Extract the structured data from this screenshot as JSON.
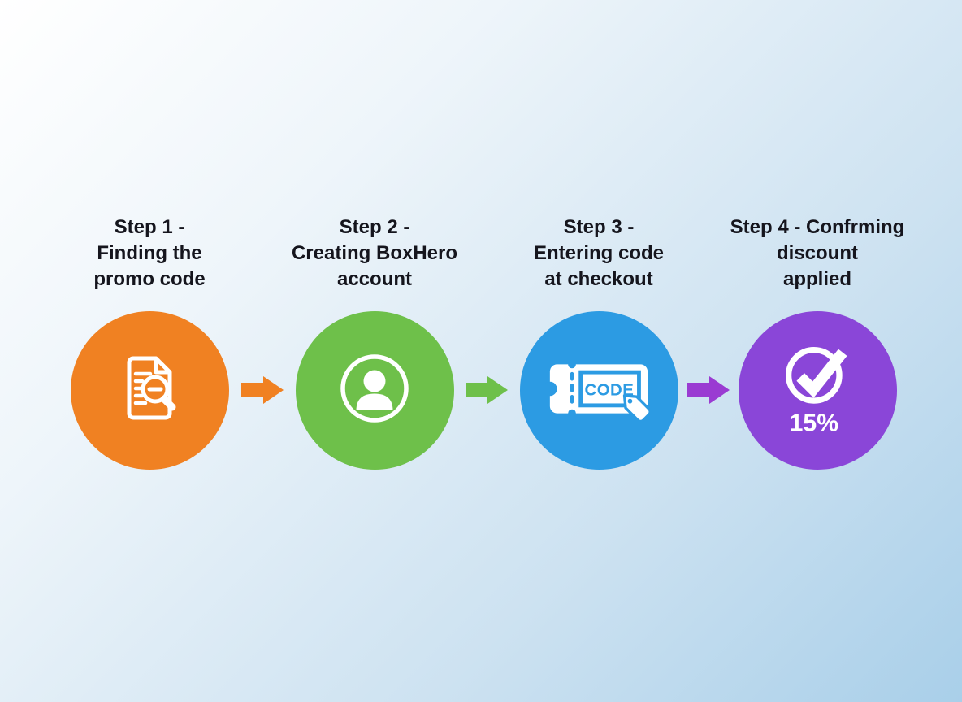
{
  "page": {
    "background_gradient_start": "#ffffff",
    "background_gradient_end": "#a9cfe9",
    "text_color": "#15151d"
  },
  "steps": [
    {
      "title_lines": [
        "Step 1 -",
        "Finding the",
        "promo code"
      ],
      "color": "#F08122",
      "icon": "document-search-icon"
    },
    {
      "title_lines": [
        "Step 2 -",
        "Creating BoxHero",
        "account"
      ],
      "color": "#6EC04A",
      "icon": "user-account-icon"
    },
    {
      "title_lines": [
        "Step 3 -",
        "Entering code",
        "at checkout"
      ],
      "color": "#2C9BE3",
      "icon": "coupon-code-icon",
      "coupon_label": "CODE"
    },
    {
      "title_lines": [
        "Step 4 - Confrming",
        "discount",
        "applied"
      ],
      "color": "#8A46D8",
      "icon": "check-circle-icon",
      "discount_label": "15%"
    }
  ],
  "arrows": [
    {
      "color": "#F08122"
    },
    {
      "color": "#6EC04A"
    },
    {
      "color": "#9A3BD2"
    }
  ]
}
